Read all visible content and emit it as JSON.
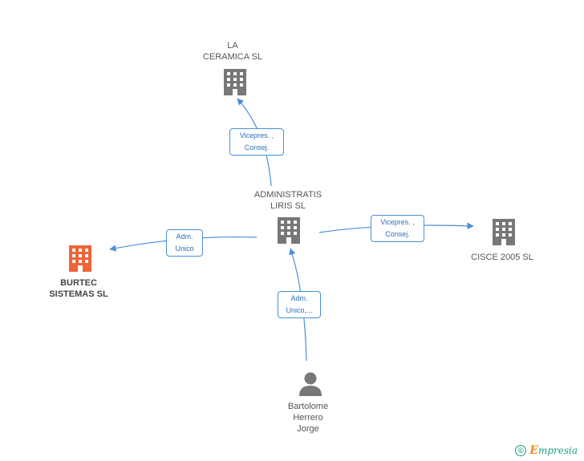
{
  "nodes": {
    "la_ceramica": {
      "label": "LA\nCERAMICA SL"
    },
    "administratis": {
      "label": "ADMINISTRATIS\nLIRIS  SL"
    },
    "cisce": {
      "label": "CISCE 2005 SL"
    },
    "burtec": {
      "label": "BURTEC\nSISTEMAS SL"
    },
    "bartolome": {
      "label": "Bartolome\nHerrero\nJorge"
    }
  },
  "edges": {
    "admin_to_ceramica": {
      "label": "Vicepres. ,\nConsej."
    },
    "admin_to_cisce": {
      "label": "Vicepres. ,\nConsej."
    },
    "admin_to_burtec": {
      "label": "Adm.\nUnico"
    },
    "bartolome_to_admin": {
      "label": "Adm.\nUnico,..."
    }
  },
  "colors": {
    "edge": "#4a8fd8",
    "company_icon": "#777777",
    "focus_icon": "#f0643a",
    "person_icon": "#777777"
  },
  "watermark": {
    "copyright": "©",
    "brand_initial": "E",
    "brand_rest": "mpresia"
  }
}
